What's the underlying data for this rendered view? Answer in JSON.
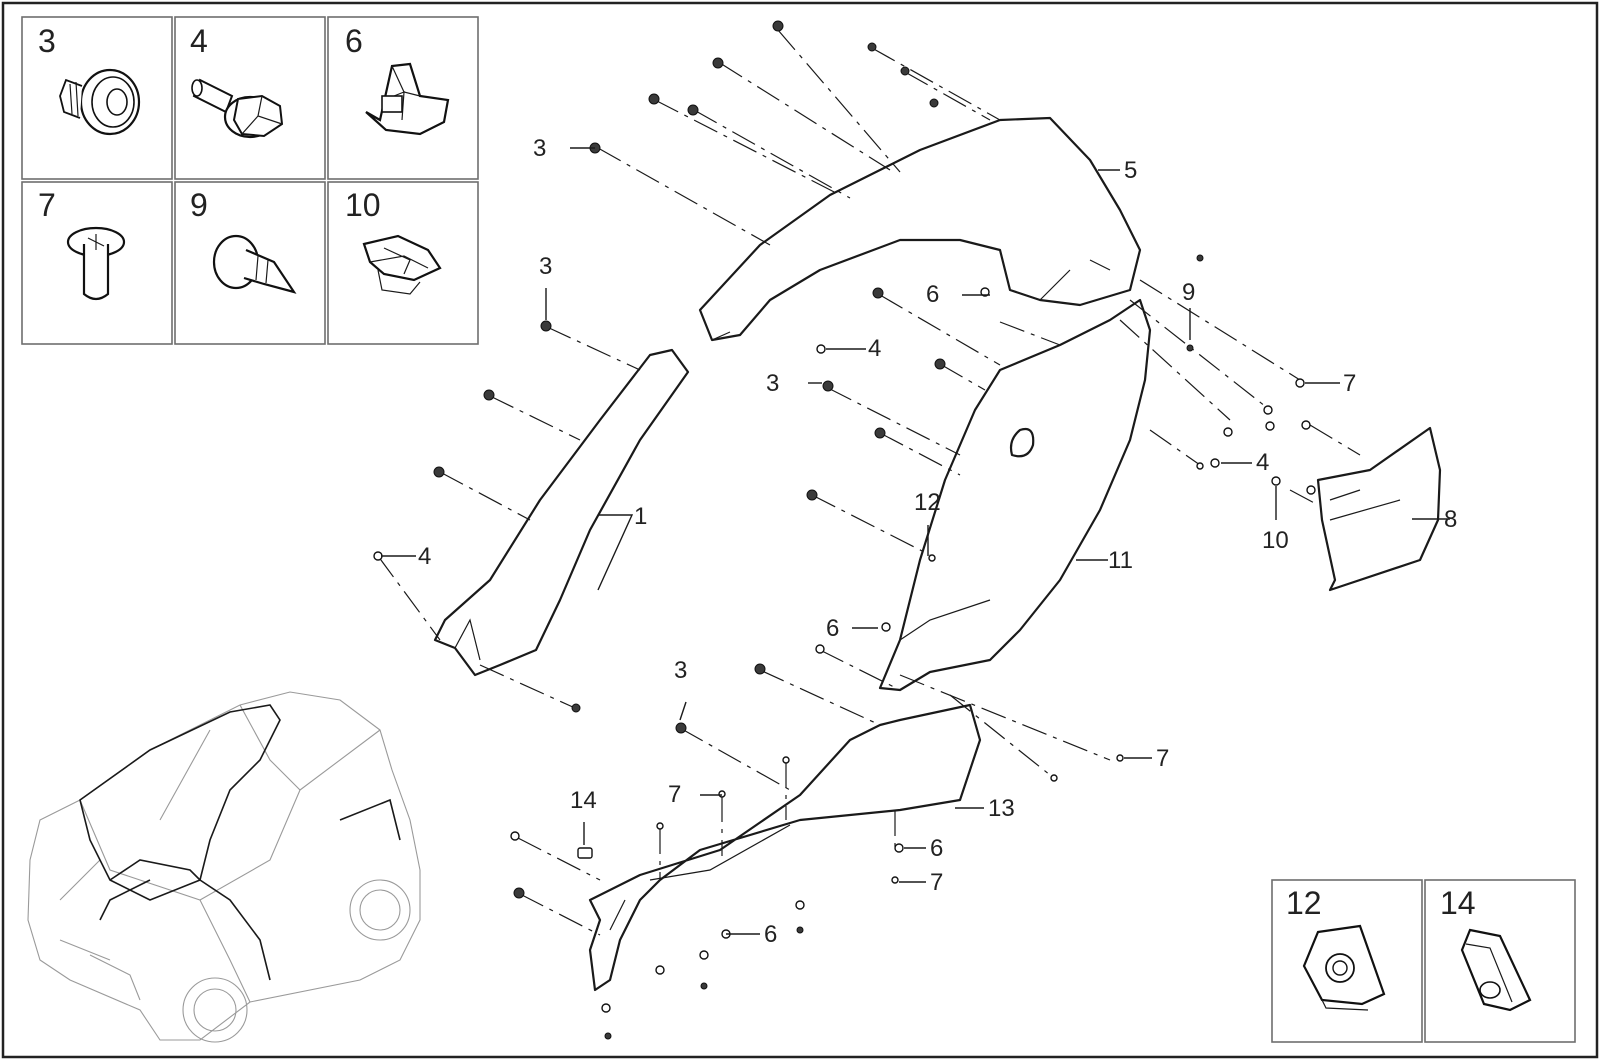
{
  "callouts": {
    "c1": "1",
    "c3a": "3",
    "c3b": "3",
    "c3c": "3",
    "c3d": "3",
    "c4a": "4",
    "c4b": "4",
    "c4c": "4",
    "c5": "5",
    "c6a": "6",
    "c6b": "6",
    "c6c": "6",
    "c6d": "6",
    "c7a": "7",
    "c7b": "7",
    "c7c": "7",
    "c7d": "7",
    "c8": "8",
    "c9": "9",
    "c10": "10",
    "c11": "11",
    "c12": "12",
    "c13": "13",
    "c14": "14"
  },
  "legend_top": [
    "3",
    "4",
    "6",
    "7",
    "9",
    "10"
  ],
  "legend_bottom": [
    "12",
    "14"
  ],
  "icons": {
    "3": "push-clip-icon",
    "4": "flange-bolt-icon",
    "6": "retainer-clip-icon",
    "7": "screw-icon",
    "9": "self-tapping-screw-icon",
    "10": "spring-clip-icon",
    "12": "u-nut-icon",
    "14": "clip-nut-icon"
  }
}
